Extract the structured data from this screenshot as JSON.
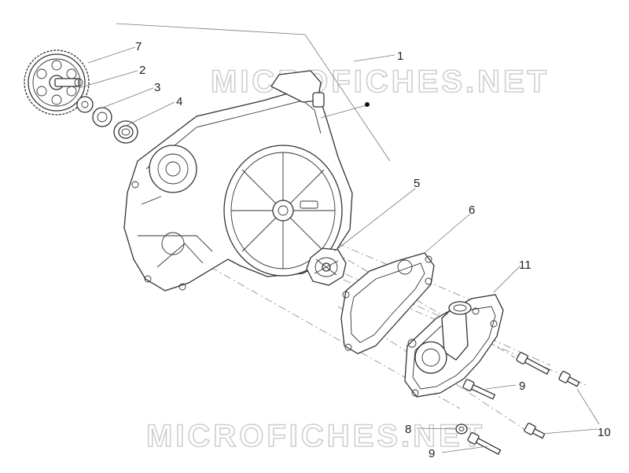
{
  "watermarks": [
    "MICROFICHES.NET",
    "MICROFICHES.NET"
  ],
  "callouts": [
    {
      "id": "c1",
      "label": "1"
    },
    {
      "id": "c2",
      "label": "2"
    },
    {
      "id": "c3",
      "label": "3"
    },
    {
      "id": "c4",
      "label": "4"
    },
    {
      "id": "c5",
      "label": "5"
    },
    {
      "id": "c6",
      "label": "6"
    },
    {
      "id": "c7",
      "label": "7"
    },
    {
      "id": "c8",
      "label": "8"
    },
    {
      "id": "c9a",
      "label": "9"
    },
    {
      "id": "c9b",
      "label": "9"
    },
    {
      "id": "c10",
      "label": "10"
    },
    {
      "id": "c11",
      "label": "11"
    }
  ]
}
